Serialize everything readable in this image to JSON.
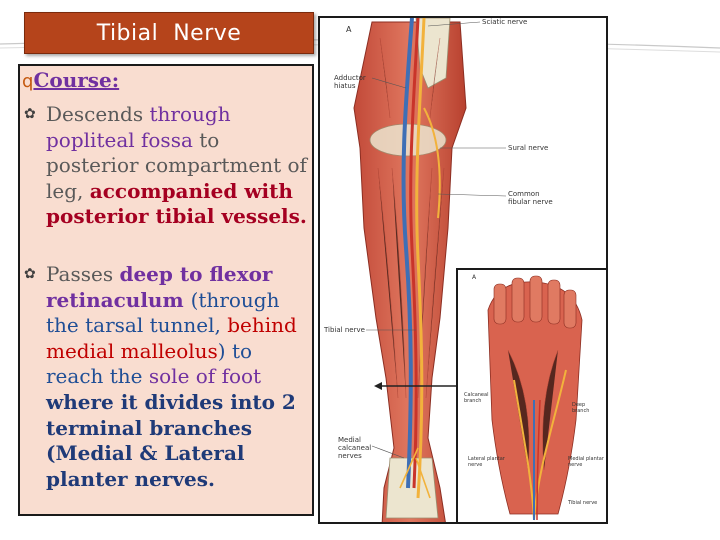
{
  "title": "Tibial  Nerve",
  "course": {
    "bullet": "q",
    "label": "Course:"
  },
  "points": [
    {
      "bullet": "✿",
      "segments": [
        {
          "text": "Descends ",
          "style": "gray"
        },
        {
          "text": "through popliteal fossa ",
          "style": "purple"
        },
        {
          "text": "to posterior compartment of leg, ",
          "style": "gray"
        },
        {
          "text": "accompanied with posterior tibial vessels.",
          "style": "red-bold"
        }
      ]
    },
    {
      "bullet": "✿",
      "segments": [
        {
          "text": "Passes ",
          "style": "gray"
        },
        {
          "text": "deep to flexor retinaculum ",
          "style": "purple-bold"
        },
        {
          "text": "(through the tarsal tunnel, ",
          "style": "blue"
        },
        {
          "text": "behind medial malleolus",
          "style": "red"
        },
        {
          "text": ") to reach the ",
          "style": "blue"
        },
        {
          "text": "sole of foot ",
          "style": "purple"
        },
        {
          "text": "where it divides into 2 terminal branches (Medial & Lateral planter nerves.",
          "style": "blue-bold"
        }
      ]
    }
  ],
  "figure_a": {
    "panel_letter": "A",
    "labels": {
      "sciatic": "Sciatic nerve",
      "adductor": "Adductor\nhiatus",
      "sural": "Sural nerve",
      "common_fibular": "Common\nfibular nerve",
      "tibial": "Tibial nerve",
      "medial_calcaneal": "Medial\ncalcaneal\nnerves"
    }
  },
  "figure_b": {
    "panel_letter": "A",
    "labels": {
      "calcaneal": "Calcaneal\nbranch",
      "deep": "Deep\nbranch",
      "lateral_plantar": "Lateral plantar\nnerve",
      "medial_plantar": "Medial plantar\nnerve",
      "tibial": "Tibial nerve"
    }
  },
  "colors": {
    "title_bg": "#b5441b",
    "panel_bg": "#f9ddd0",
    "muscle": "#d9634f",
    "nerve": "#f2b23c",
    "vein": "#3f6fb5",
    "artery": "#c9342a",
    "bone": "#ece5cf"
  }
}
